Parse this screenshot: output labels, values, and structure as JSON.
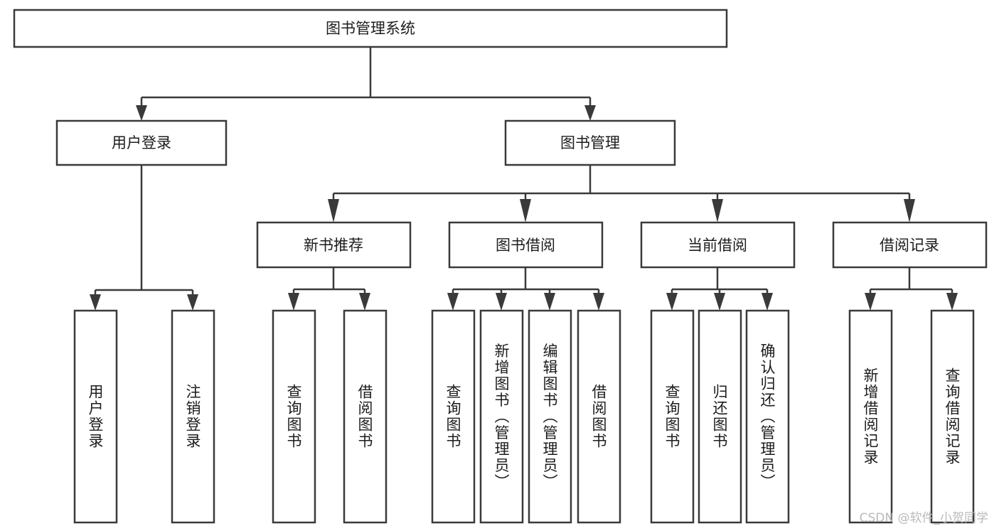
{
  "diagram": {
    "type": "tree",
    "title": "图书管理系统",
    "root": {
      "id": "root",
      "label": "图书管理系统",
      "orientation": "horizontal"
    },
    "level2": [
      {
        "id": "user-login",
        "label": "用户登录",
        "orientation": "horizontal"
      },
      {
        "id": "book-manage",
        "label": "图书管理",
        "orientation": "horizontal"
      }
    ],
    "level3": [
      {
        "id": "new-book-recommend",
        "label": "新书推荐",
        "orientation": "horizontal",
        "parent": "book-manage"
      },
      {
        "id": "book-borrow",
        "label": "图书借阅",
        "orientation": "horizontal",
        "parent": "book-manage"
      },
      {
        "id": "current-borrow",
        "label": "当前借阅",
        "orientation": "horizontal",
        "parent": "book-manage"
      },
      {
        "id": "borrow-record",
        "label": "借阅记录",
        "orientation": "horizontal",
        "parent": "book-manage"
      }
    ],
    "leaves": [
      {
        "id": "leaf-user-login",
        "label": "用户登录",
        "orientation": "vertical",
        "parent": "user-login"
      },
      {
        "id": "leaf-logout-login",
        "label": "注销登录",
        "orientation": "vertical",
        "parent": "user-login"
      },
      {
        "id": "leaf-query-book-1",
        "label": "查询图书",
        "orientation": "vertical",
        "parent": "new-book-recommend"
      },
      {
        "id": "leaf-borrow-book-1",
        "label": "借阅图书",
        "orientation": "vertical",
        "parent": "new-book-recommend"
      },
      {
        "id": "leaf-query-book-2",
        "label": "查询图书",
        "orientation": "vertical",
        "parent": "book-borrow"
      },
      {
        "id": "leaf-add-book",
        "label": "新增图书（管理员）",
        "orientation": "vertical",
        "parent": "book-borrow"
      },
      {
        "id": "leaf-edit-book",
        "label": "编辑图书（管理员）",
        "orientation": "vertical",
        "parent": "book-borrow"
      },
      {
        "id": "leaf-borrow-book-2",
        "label": "借阅图书",
        "orientation": "vertical",
        "parent": "book-borrow"
      },
      {
        "id": "leaf-query-book-3",
        "label": "查询图书",
        "orientation": "vertical",
        "parent": "current-borrow"
      },
      {
        "id": "leaf-return-book",
        "label": "归还图书",
        "orientation": "vertical",
        "parent": "current-borrow"
      },
      {
        "id": "leaf-confirm-return",
        "label": "确认归还（管理员）",
        "orientation": "vertical",
        "parent": "current-borrow"
      },
      {
        "id": "leaf-add-record",
        "label": "新增借阅记录",
        "orientation": "vertical",
        "parent": "borrow-record"
      },
      {
        "id": "leaf-query-record",
        "label": "查询借阅记录",
        "orientation": "vertical",
        "parent": "borrow-record"
      }
    ]
  },
  "watermark": {
    "text": "CSDN @软件_小贺同学"
  },
  "colors": {
    "box_stroke": "#3a3a3a",
    "box_fill": "#ffffff",
    "text": "#1c1c1c",
    "watermark": "#b9b9b9",
    "background": "#ffffff"
  }
}
